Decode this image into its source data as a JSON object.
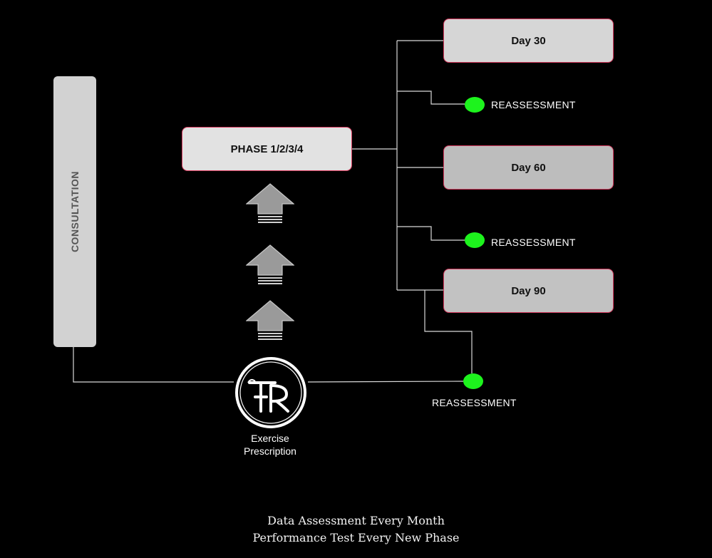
{
  "consultation": {
    "label": "CONSULTATION"
  },
  "phase": {
    "label": "PHASE 1/2/3/4"
  },
  "days": [
    {
      "label": "Day 30"
    },
    {
      "label": "Day 60"
    },
    {
      "label": "Day 90"
    }
  ],
  "reassessments": [
    {
      "label": "REASSESSMENT"
    },
    {
      "label": "REASSESSMENT"
    },
    {
      "label": "REASSESSMENT"
    }
  ],
  "exercise": {
    "caption_line1": "Exercise",
    "caption_line2": "Prescription"
  },
  "footer": {
    "line1": "Data Assessment Every Month",
    "line2": "Performance Test Every New Phase"
  },
  "colors": {
    "background": "#000000",
    "box_border": "#d63a5e",
    "status_dot": "#1df31d",
    "arrow_fill": "#9a9a9a"
  },
  "icons": {
    "arrow": "up-arrow-icon",
    "logo": "fr-monogram-logo"
  }
}
